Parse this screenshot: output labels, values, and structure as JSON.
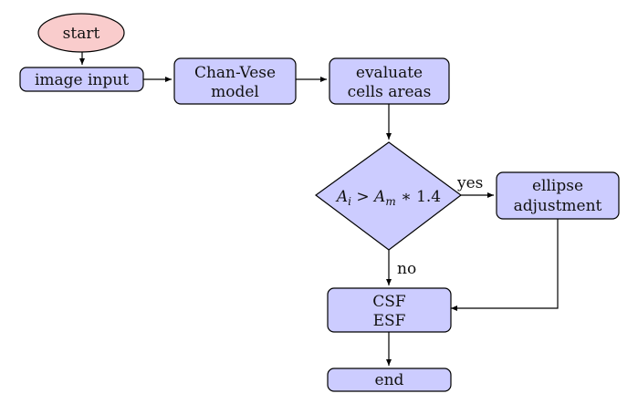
{
  "colors": {
    "start_fill": "#f9cccc",
    "process_fill": "#ccccff",
    "stroke": "#000000"
  },
  "nodes": {
    "start": {
      "label": "start"
    },
    "image_input": {
      "label": "image input"
    },
    "chan_vese": {
      "line1": "Chan-Vese",
      "line2": "model"
    },
    "evaluate": {
      "line1": "evaluate",
      "line2": "cells areas"
    },
    "decision": {
      "var_a": "A",
      "sub_i": "i",
      "op_gt": " > ",
      "var_b": "A",
      "sub_m": "m",
      "op_rest": " ∗ 1.4"
    },
    "ellipse": {
      "line1": "ellipse",
      "line2": "adjustment"
    },
    "csf_esf": {
      "line1": "CSF",
      "line2": "ESF"
    },
    "end": {
      "label": "end"
    }
  },
  "edge_labels": {
    "yes": "yes",
    "no": "no"
  }
}
